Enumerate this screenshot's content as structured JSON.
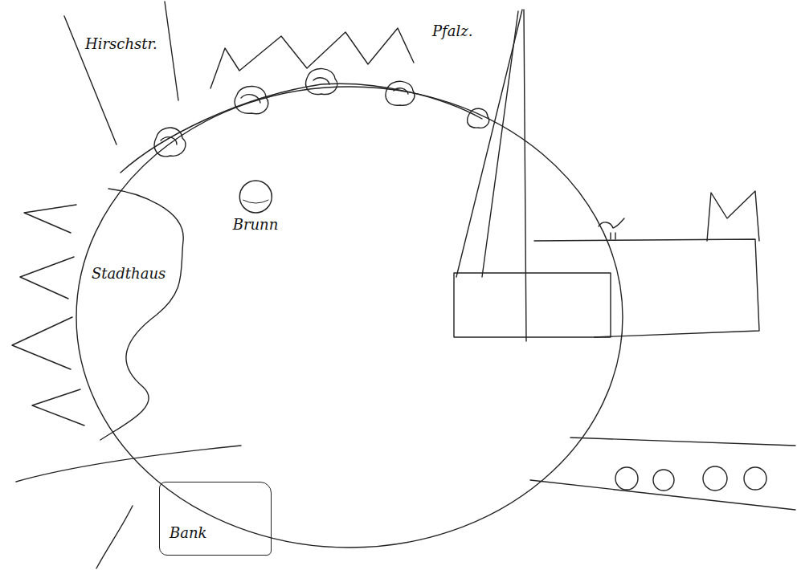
{
  "diagram": {
    "nodes": [
      {
        "text": [
          "Brunn"
        ]
      },
      {
        "text": [
          "Bank"
        ]
      }
    ],
    "labels": [
      "Hirschstr.",
      "Pfalz.",
      "Stadthaus"
    ]
  }
}
